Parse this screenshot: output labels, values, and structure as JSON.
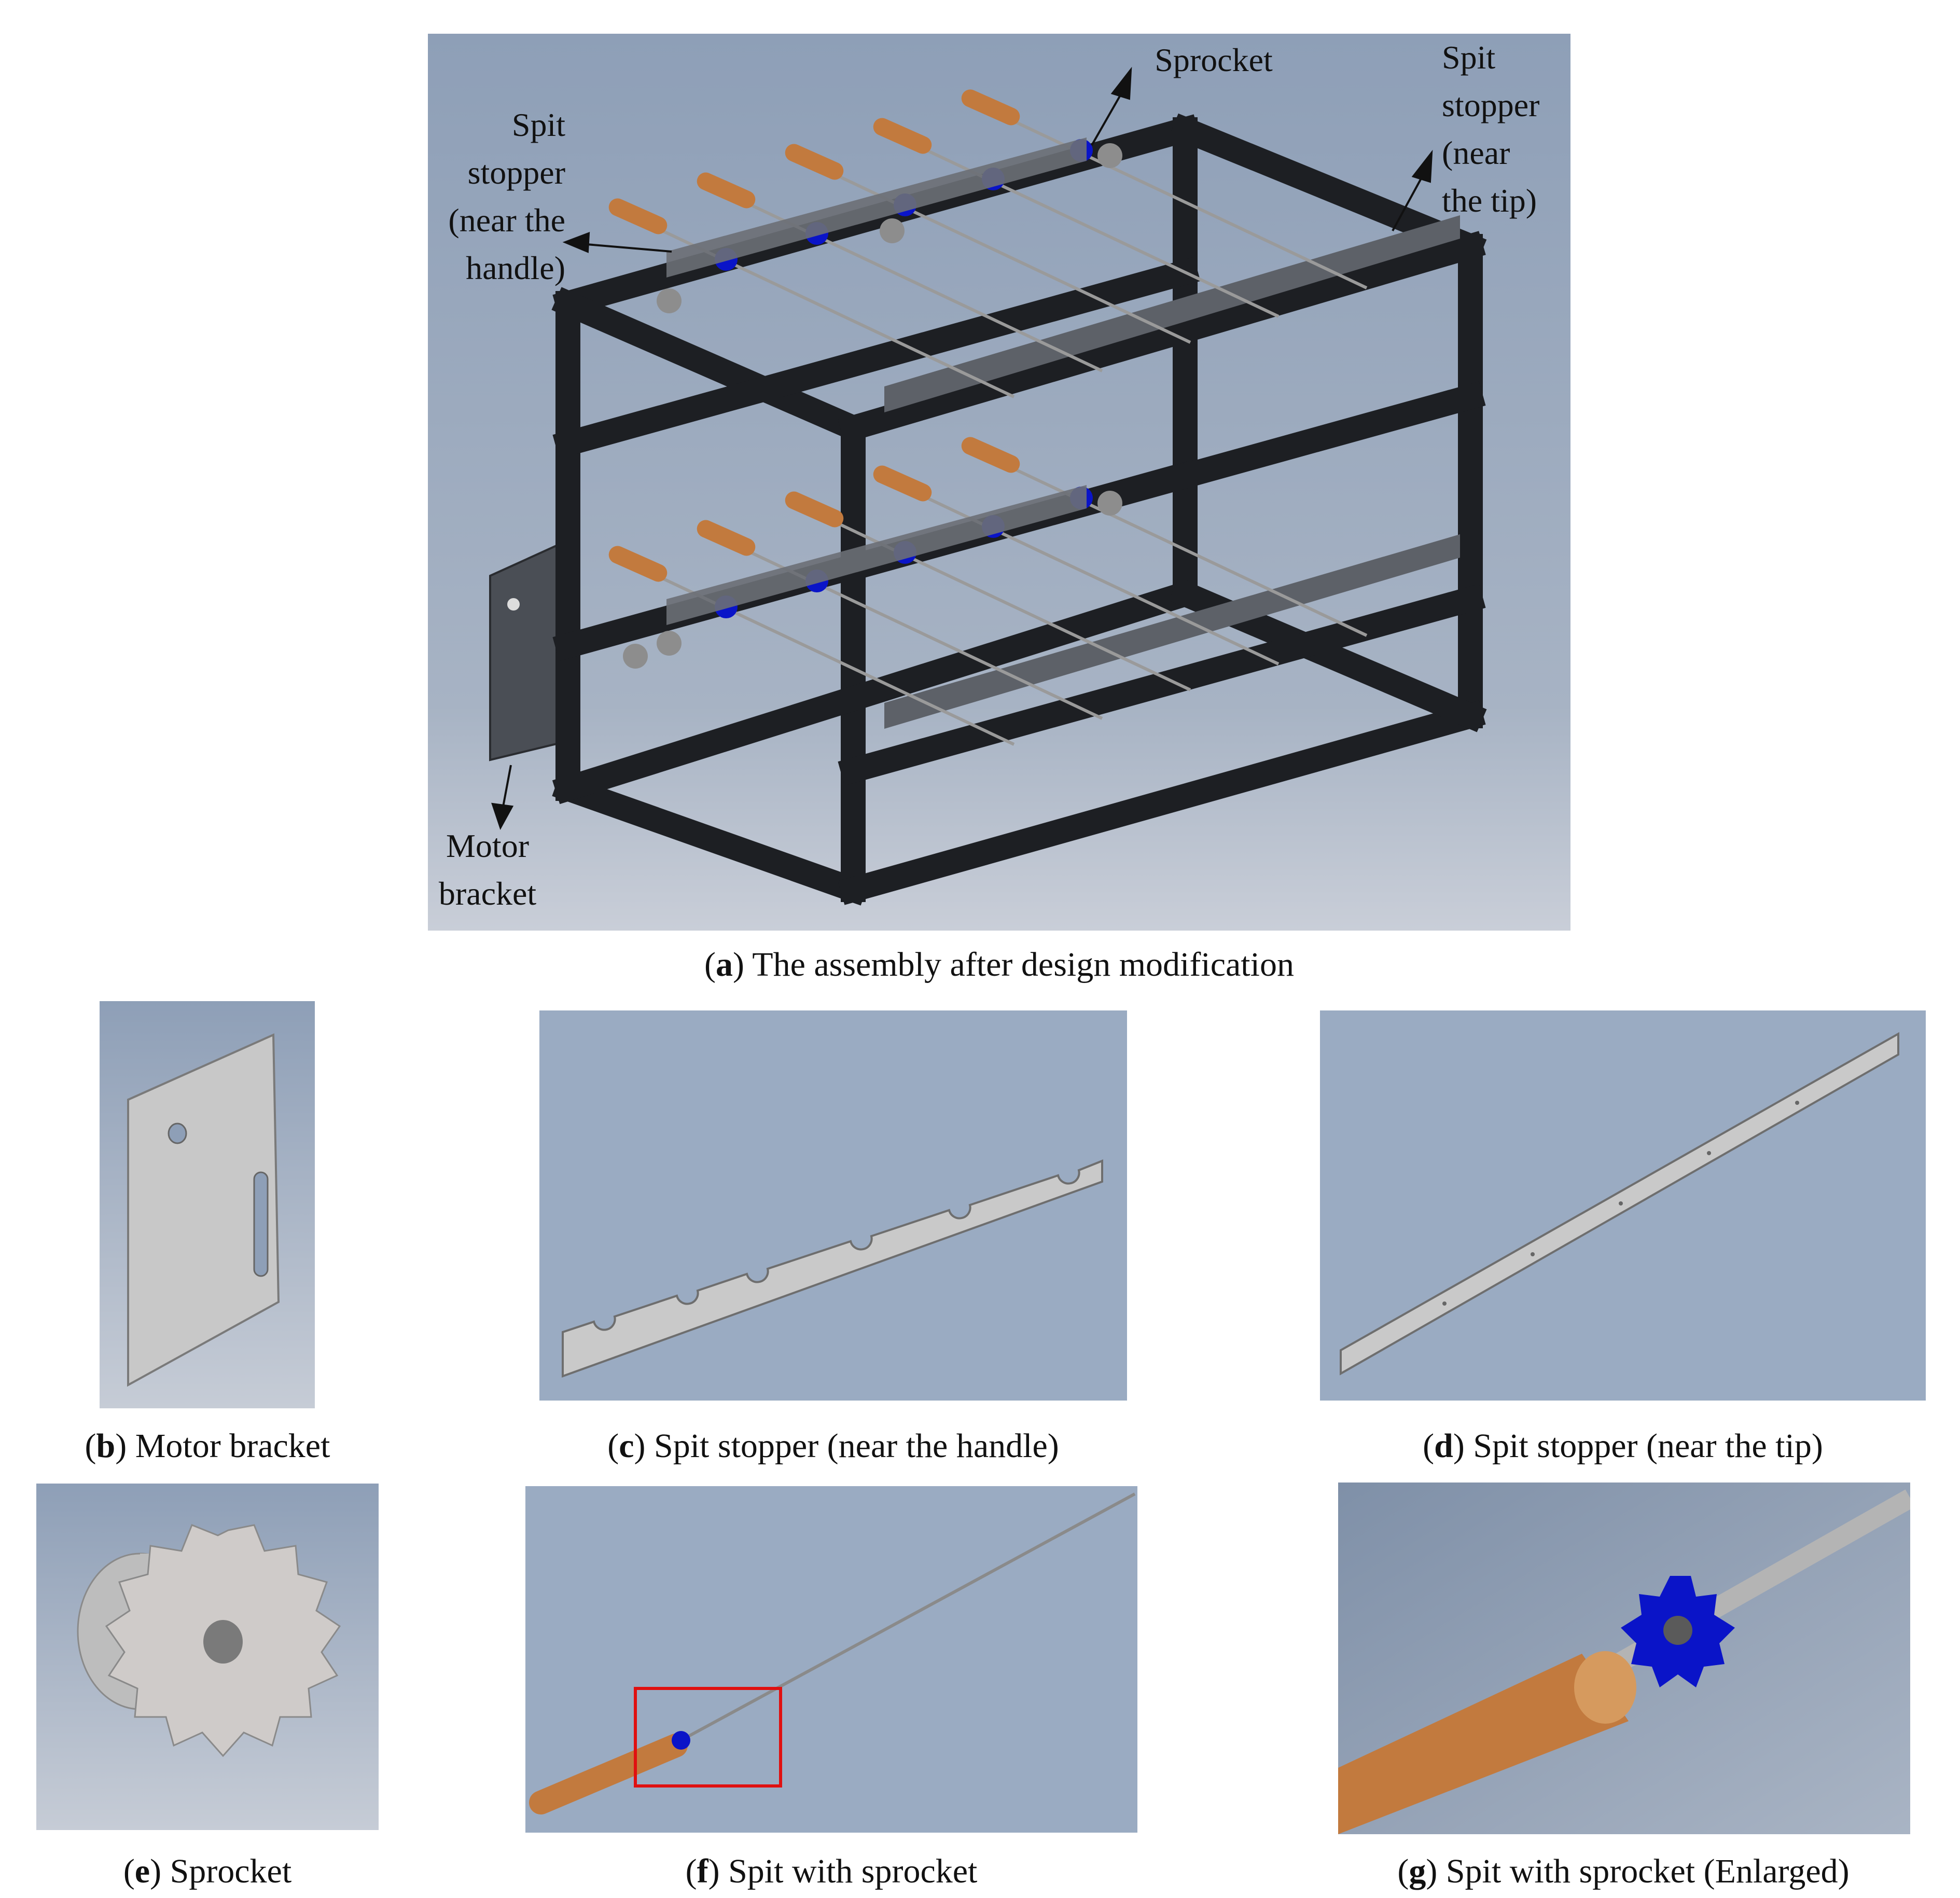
{
  "panels": {
    "a": {
      "letter": "a",
      "caption": "The assembly after design modification",
      "labels": {
        "sprocket": "Sprocket",
        "stopper_tip": [
          "Spit",
          "stopper",
          "(near",
          "the tip)"
        ],
        "stopper_handle": [
          "Spit",
          "stopper",
          "(near the",
          "handle)"
        ],
        "motor_bracket": [
          "Motor",
          "bracket"
        ]
      }
    },
    "b": {
      "letter": "b",
      "caption": "Motor bracket"
    },
    "c": {
      "letter": "c",
      "caption": "Spit stopper (near the handle)"
    },
    "d": {
      "letter": "d",
      "caption": "Spit stopper (near the tip)"
    },
    "e": {
      "letter": "e",
      "caption": "Sprocket"
    },
    "f": {
      "letter": "f",
      "caption": "Spit with sprocket"
    },
    "g": {
      "letter": "g",
      "caption": "Spit with sprocket (Enlarged)"
    }
  },
  "colors": {
    "background_top": "#8c9db5",
    "background_bottom": "#c6ccd6",
    "frame": "#1d1f23",
    "handle": "#c27a3e",
    "sprocket_blue": "#0a14c8",
    "sheet_metal": "#c9c9c9",
    "highlight_box": "#e01010"
  }
}
